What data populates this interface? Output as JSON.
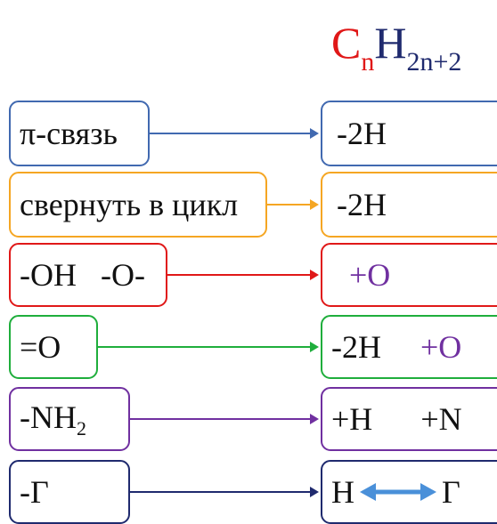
{
  "formula": {
    "C": "C",
    "n": "n",
    "H": "H",
    "sub": "2n+2"
  },
  "colors": {
    "blue": "#4169b0",
    "orange": "#f5a623",
    "red": "#e01818",
    "green": "#1fae3c",
    "purple": "#7030a0",
    "navy": "#1f2a6e"
  },
  "rows": [
    {
      "left": "π-связь",
      "right": "-2H"
    },
    {
      "left": "свернуть в цикл",
      "right": "-2H"
    },
    {
      "left": "-OH   -O-",
      "right": "+O"
    },
    {
      "left": "=O",
      "right_a": "-2H",
      "right_b": "+O"
    },
    {
      "left_main": "-NH",
      "left_sub": "2",
      "right_a": "+H",
      "right_b": "+N"
    },
    {
      "left": "-Г",
      "right_a": "H",
      "right_b": "Г"
    }
  ]
}
